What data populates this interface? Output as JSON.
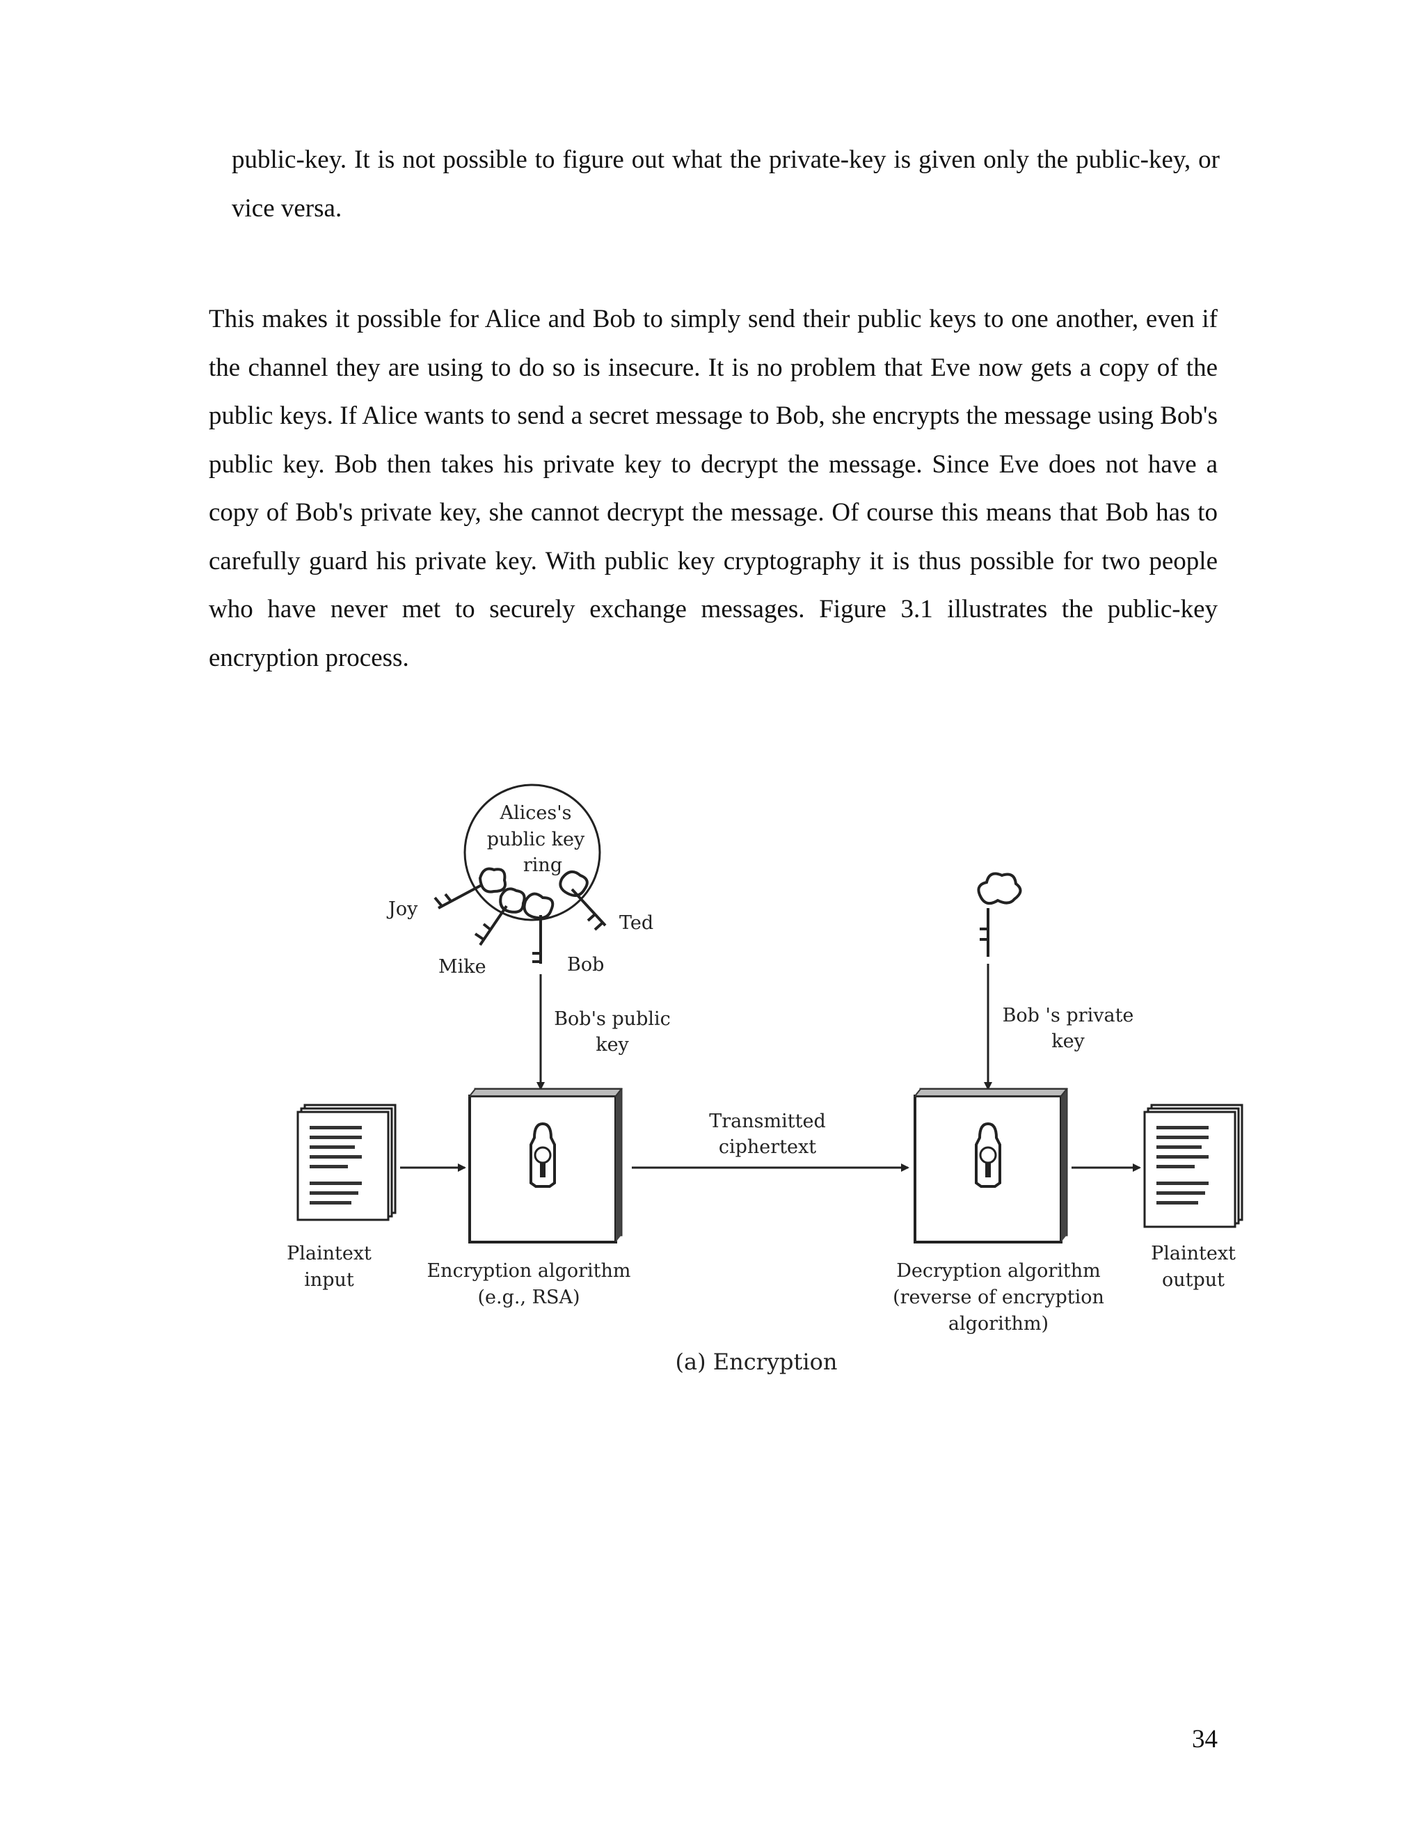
{
  "text": {
    "continuation": "public-key. It is not possible to figure out what the private-key is given only the public-key, or vice versa.",
    "main_paragraph": "This makes it possible for Alice and Bob to simply send their public keys to one another, even if the channel they are using to do so is insecure. It is no problem that Eve now gets a copy of the public keys. If Alice wants to send a secret message to Bob, she encrypts the message using Bob's public key. Bob then takes his private key to decrypt the message. Since Eve does not have a copy of Bob's private key, she cannot decrypt the message. Of course this means that Bob has to carefully guard his private key. With public key cryptography it is thus possible for two people who have never met to securely exchange messages. Figure 3.1 illustrates the public-key encryption process."
  },
  "figure": {
    "key_ring_title": [
      "Alices's",
      "public key",
      "ring"
    ],
    "key_names": {
      "joy": "Joy",
      "mike": "Mike",
      "bob": "Bob",
      "ted": "Ted"
    },
    "bobs_public_key": [
      "Bob's public",
      "key"
    ],
    "bobs_private_key": [
      "Bob 's private",
      "key"
    ],
    "transmitted": [
      "Transmitted",
      "ciphertext"
    ],
    "plaintext_input": [
      "Plaintext",
      "input"
    ],
    "encryption_algorithm": [
      "Encryption algorithm",
      "(e.g., RSA)"
    ],
    "decryption_algorithm": [
      "Decryption algorithm",
      "(reverse of encryption",
      "algorithm)"
    ],
    "plaintext_output": [
      "Plaintext",
      "output"
    ],
    "caption": "(a) Encryption"
  },
  "page_number": "34"
}
